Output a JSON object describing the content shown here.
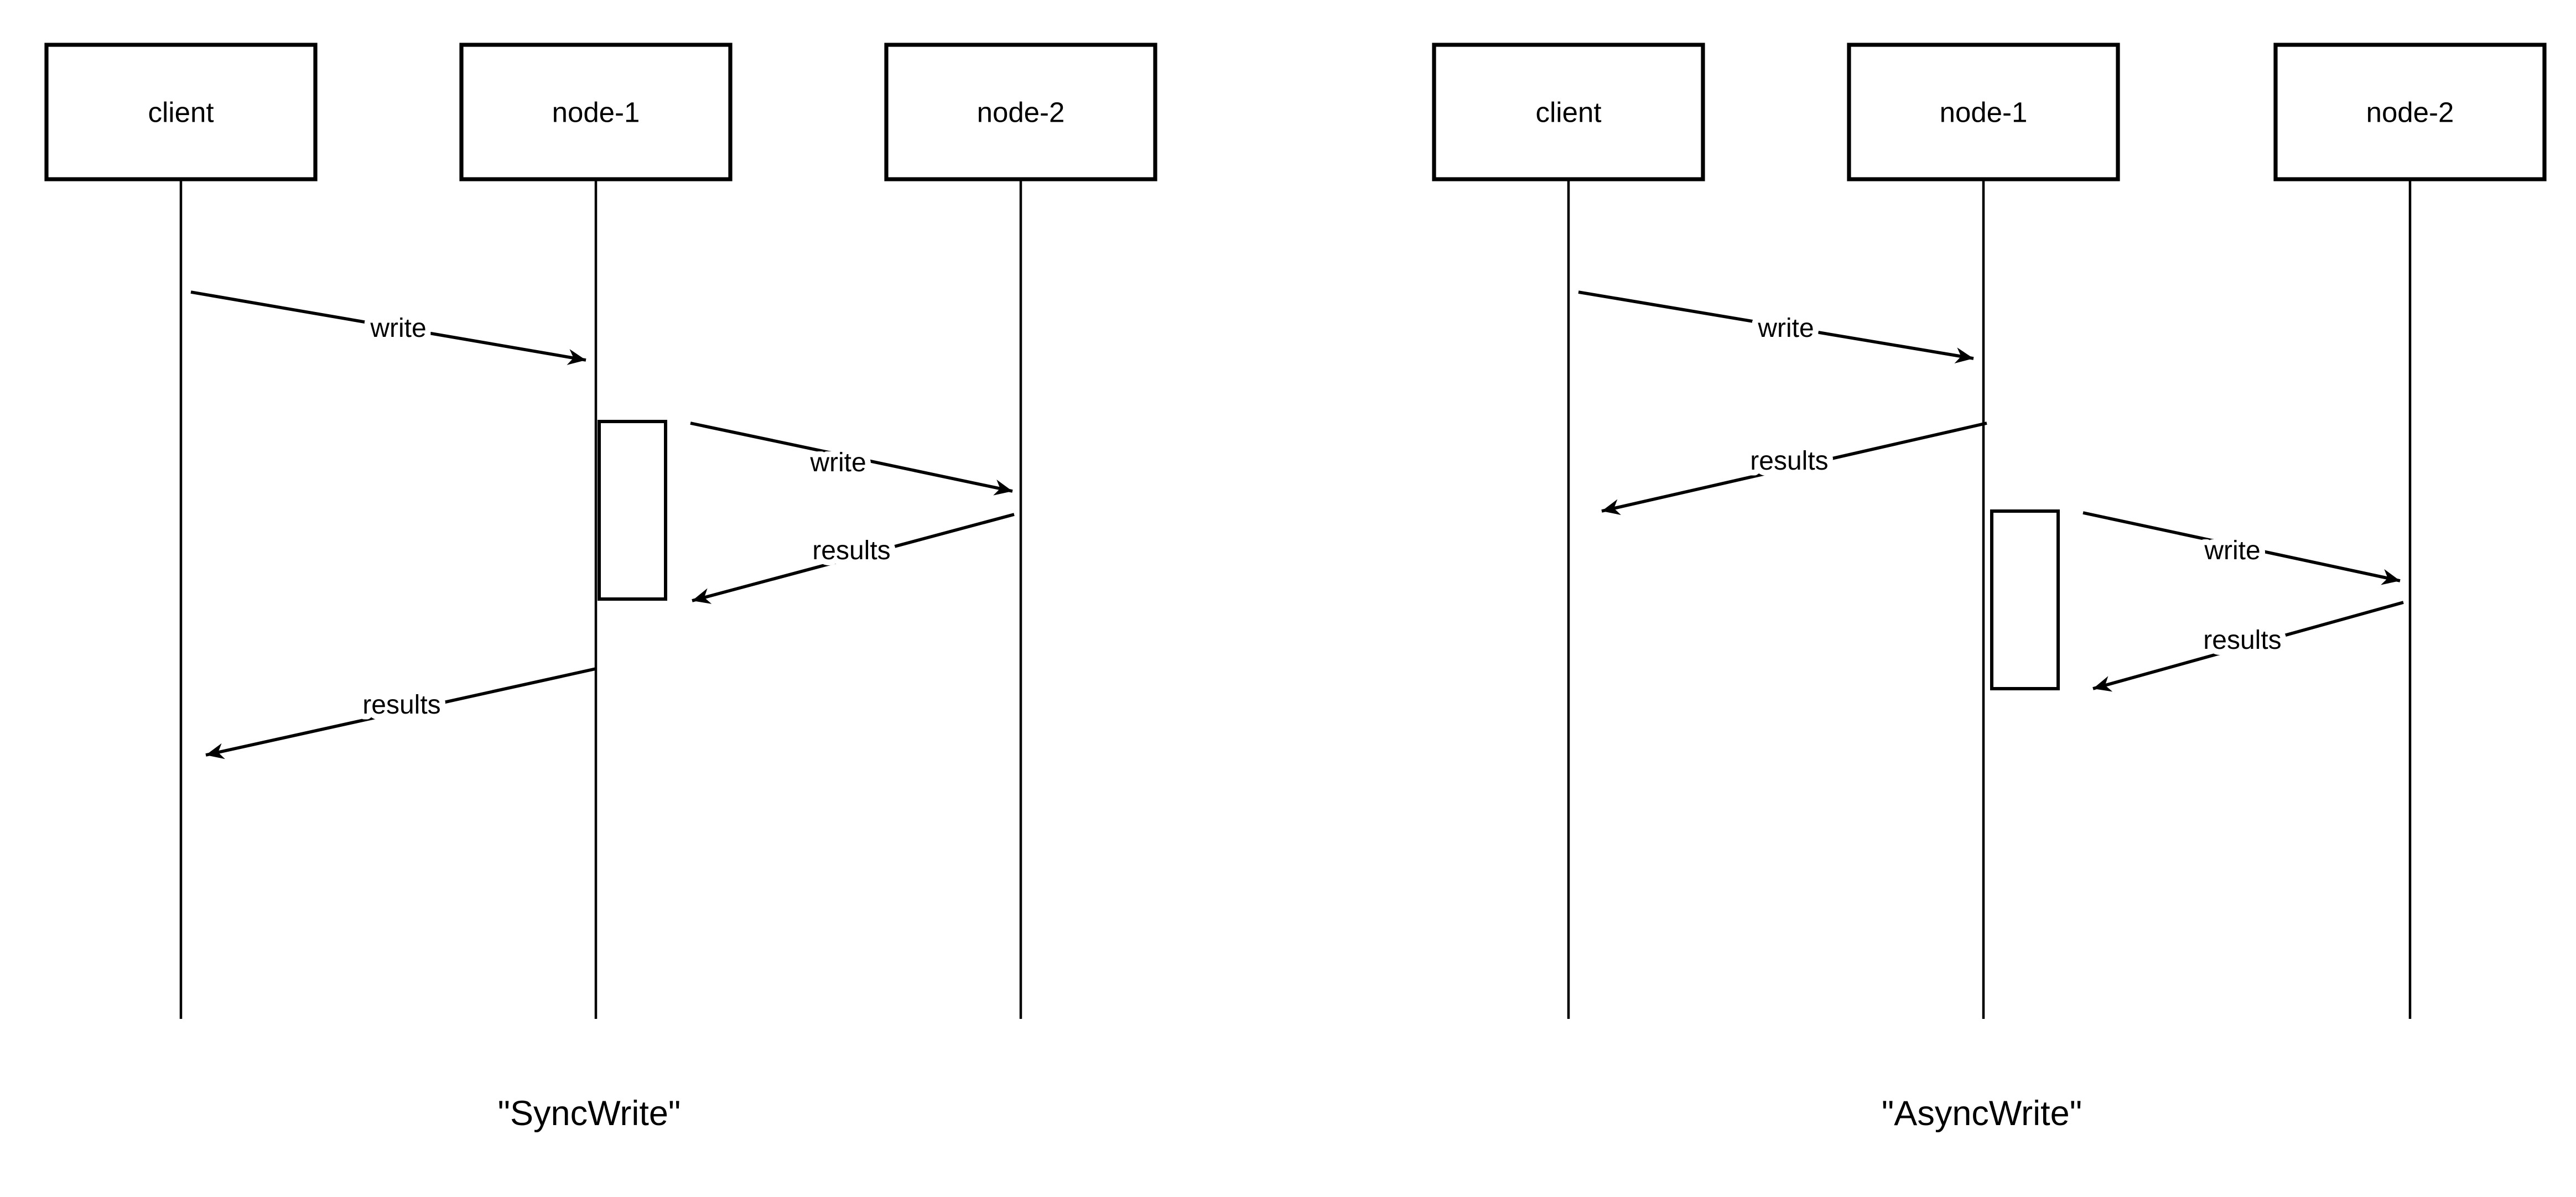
{
  "colors": {
    "background": "#ffffff",
    "stroke": "#000000",
    "text": "#000000"
  },
  "diagrams": {
    "sync": {
      "caption": "\"SyncWrite\"",
      "actors": {
        "client": "client",
        "node1": "node-1",
        "node2": "node-2"
      },
      "messages": {
        "m1": "write",
        "m2": "write",
        "m3": "results",
        "m4": "results"
      }
    },
    "async": {
      "caption": "\"AsyncWrite\"",
      "actors": {
        "client": "client",
        "node1": "node-1",
        "node2": "node-2"
      },
      "messages": {
        "m1": "write",
        "m2": "results",
        "m3": "write",
        "m4": "results"
      }
    }
  }
}
